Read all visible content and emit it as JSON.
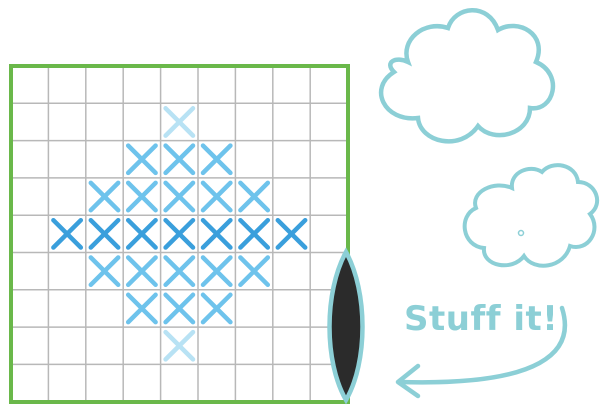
{
  "caption": {
    "text": "Stuff it!"
  },
  "grid": {
    "rows": 9,
    "cols": 9,
    "stitches": [
      {
        "row": 1,
        "col": 4,
        "shade": "light"
      },
      {
        "row": 2,
        "col": 3,
        "shade": "mid"
      },
      {
        "row": 2,
        "col": 4,
        "shade": "mid"
      },
      {
        "row": 2,
        "col": 5,
        "shade": "mid"
      },
      {
        "row": 3,
        "col": 2,
        "shade": "mid"
      },
      {
        "row": 3,
        "col": 3,
        "shade": "mid"
      },
      {
        "row": 3,
        "col": 4,
        "shade": "mid"
      },
      {
        "row": 3,
        "col": 5,
        "shade": "mid"
      },
      {
        "row": 3,
        "col": 6,
        "shade": "mid"
      },
      {
        "row": 4,
        "col": 1,
        "shade": "dark"
      },
      {
        "row": 4,
        "col": 2,
        "shade": "dark"
      },
      {
        "row": 4,
        "col": 3,
        "shade": "dark"
      },
      {
        "row": 4,
        "col": 4,
        "shade": "dark"
      },
      {
        "row": 4,
        "col": 5,
        "shade": "dark"
      },
      {
        "row": 4,
        "col": 6,
        "shade": "dark"
      },
      {
        "row": 4,
        "col": 7,
        "shade": "dark"
      },
      {
        "row": 5,
        "col": 2,
        "shade": "mid"
      },
      {
        "row": 5,
        "col": 3,
        "shade": "mid"
      },
      {
        "row": 5,
        "col": 4,
        "shade": "mid"
      },
      {
        "row": 5,
        "col": 5,
        "shade": "mid"
      },
      {
        "row": 5,
        "col": 6,
        "shade": "mid"
      },
      {
        "row": 6,
        "col": 3,
        "shade": "mid"
      },
      {
        "row": 6,
        "col": 4,
        "shade": "mid"
      },
      {
        "row": 6,
        "col": 5,
        "shade": "mid"
      },
      {
        "row": 7,
        "col": 4,
        "shade": "light"
      }
    ]
  },
  "colors": {
    "border": "#6ab84a",
    "grid_line": "#b8b8b8",
    "stitch_dark": "#3a9fdc",
    "stitch_mid": "#6ec3ec",
    "stitch_light": "#b8e2f4",
    "outline": "#8ccfd6",
    "opening_fill": "#2b2b2b",
    "caption": "#8ccfd6"
  }
}
